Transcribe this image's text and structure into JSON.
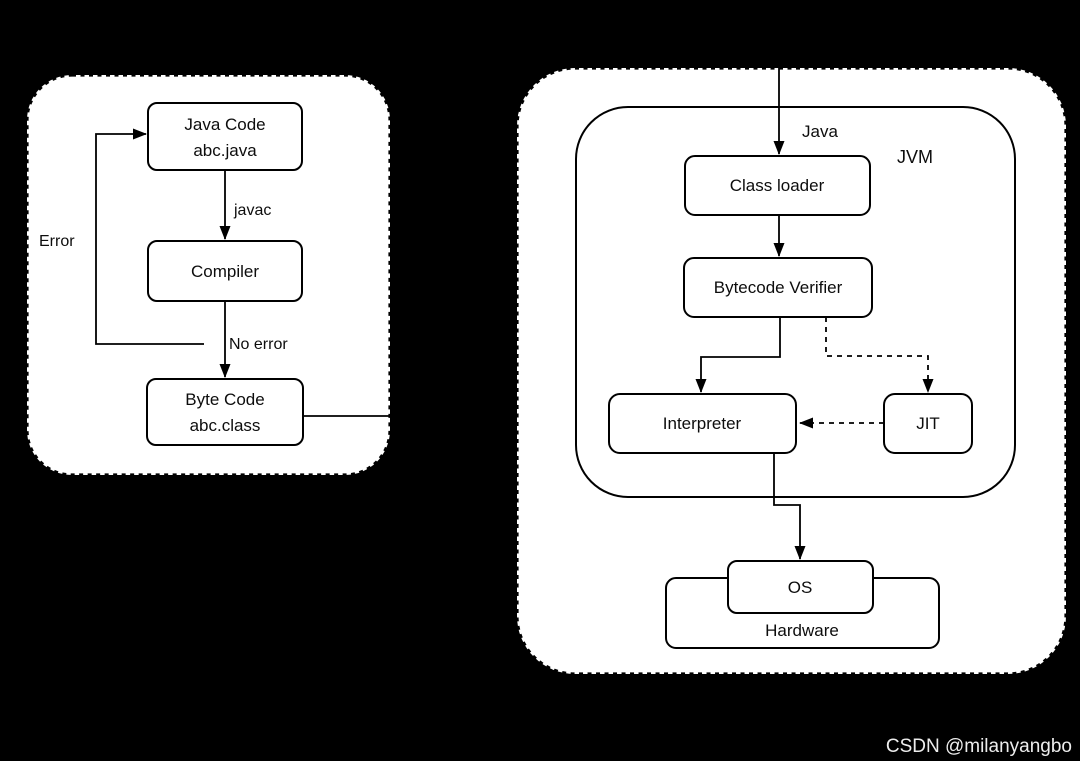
{
  "colors": {
    "background": "#000000",
    "panel_fill": "#ffffff",
    "line": "#000000",
    "watermark": "#ededed"
  },
  "watermark": "CSDN @milanyangbo",
  "compile_flow": {
    "java_code_line1": "Java Code",
    "java_code_line2": "abc.java",
    "javac_label": "javac",
    "compiler": "Compiler",
    "no_error_label": "No error",
    "byte_code_line1": "Byte Code",
    "byte_code_line2": "abc.class",
    "error_label": "Error"
  },
  "jvm_flow": {
    "java_label": "Java",
    "jvm_label": "JVM",
    "class_loader": "Class loader",
    "bytecode_verifier": "Bytecode Verifier",
    "interpreter": "Interpreter",
    "jit": "JIT",
    "os": "OS",
    "hardware": "Hardware"
  }
}
